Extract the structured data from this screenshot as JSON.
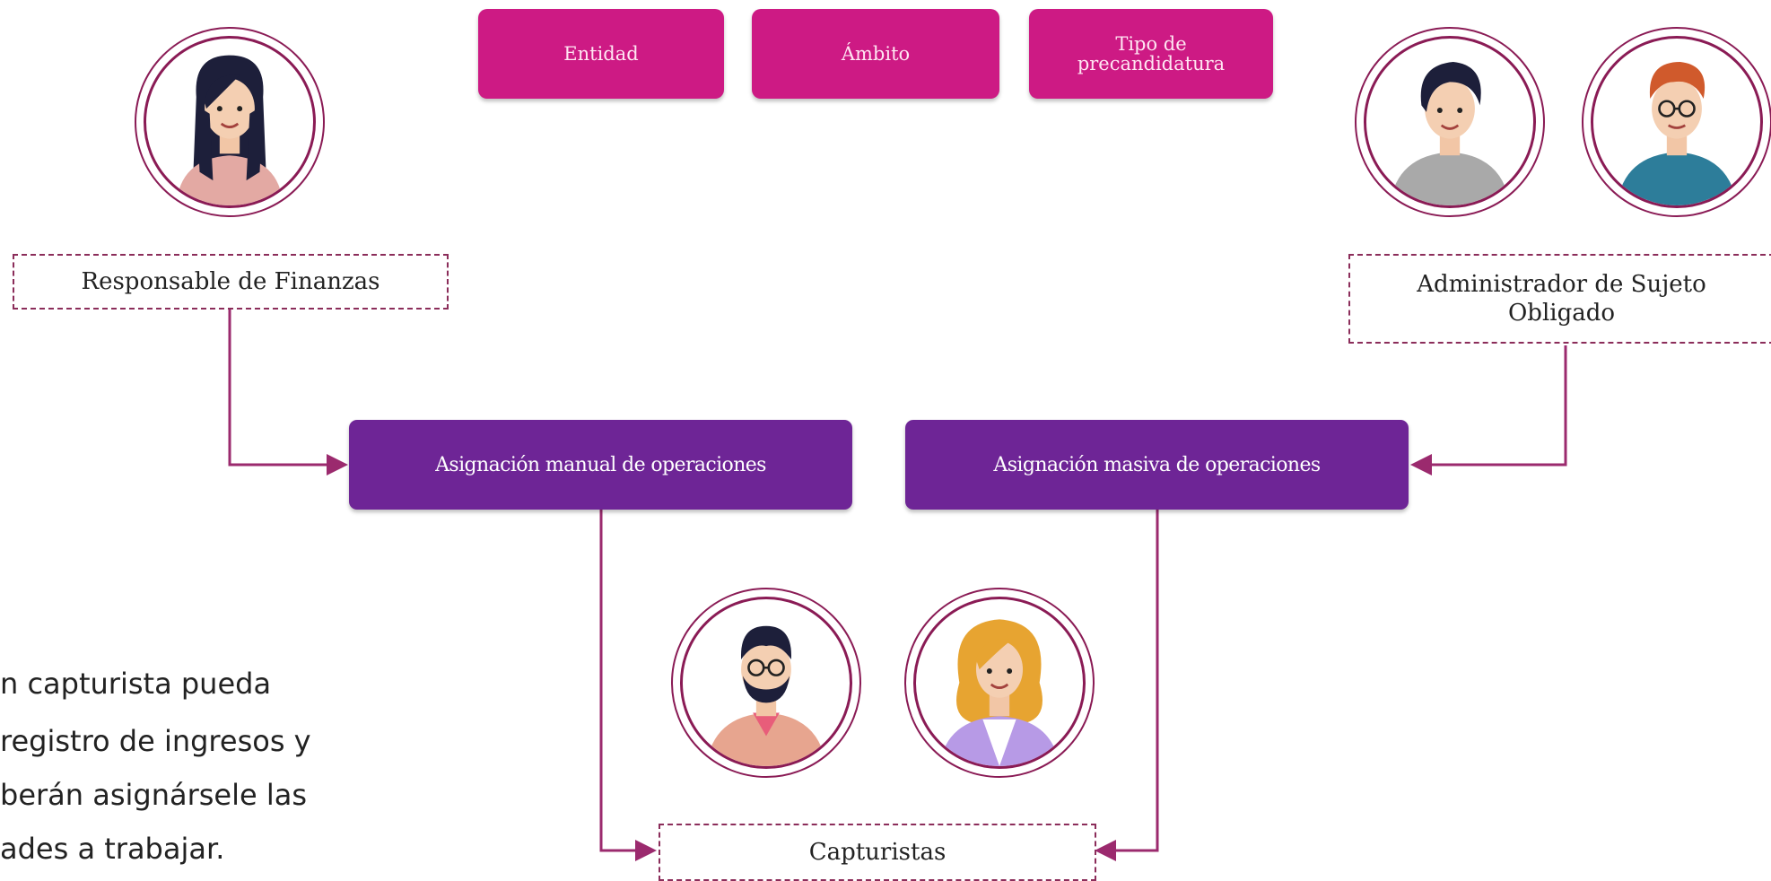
{
  "categories": [
    "Entidad",
    "Ámbito",
    "Tipo de precandidatura"
  ],
  "roles": {
    "responsable": "Responsable de Finanzas",
    "administrador": "Administrador de Sujeto Obligado",
    "capturistas": "Capturistas"
  },
  "processes": {
    "manual": "Asignación manual de operaciones",
    "masiva": "Asignación masiva de operaciones"
  },
  "paragraph": [
    "n capturista pueda",
    "registro de ingresos y",
    "berán asignársele las",
    "ades a trabajar."
  ],
  "colors": {
    "magenta": "#cd1a84",
    "purple": "#6e2596",
    "line": "#9b2a6e"
  }
}
